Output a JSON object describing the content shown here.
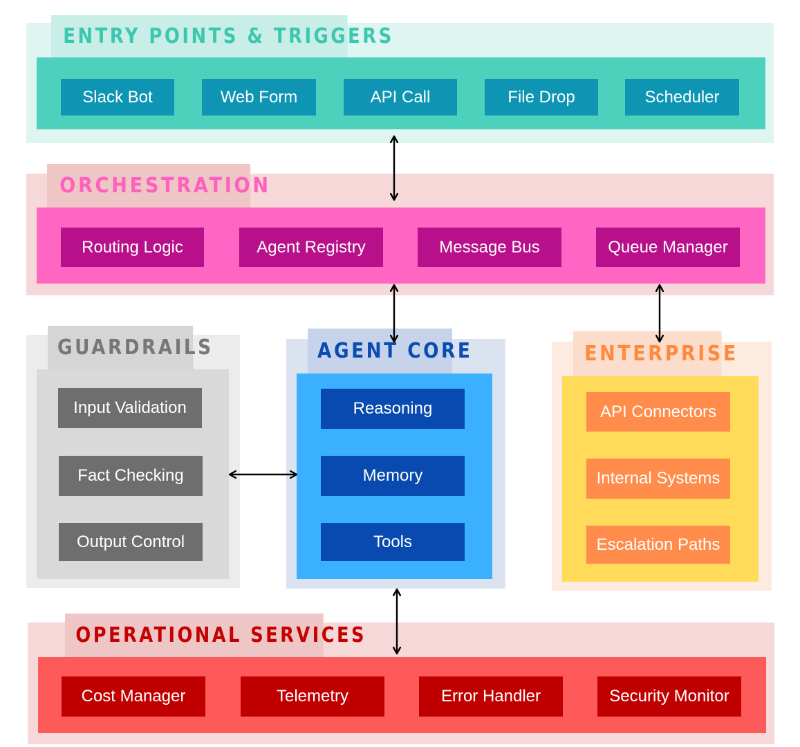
{
  "layers": {
    "entry": {
      "title": "ENTRY POINTS & TRIGGERS",
      "items": [
        "Slack Bot",
        "Web Form",
        "API Call",
        "File Drop",
        "Scheduler"
      ]
    },
    "orchestration": {
      "title": "ORCHESTRATION",
      "items": [
        "Routing Logic",
        "Agent Registry",
        "Message Bus",
        "Queue Manager"
      ]
    },
    "guardrails": {
      "title": "GUARDRAILS",
      "items": [
        "Input Validation",
        "Fact Checking",
        "Output Control"
      ]
    },
    "agent_core": {
      "title": "AGENT CORE",
      "items": [
        "Reasoning",
        "Memory",
        "Tools"
      ]
    },
    "enterprise": {
      "title": "ENTERPRISE",
      "items": [
        "API Connectors",
        "Internal Systems",
        "Escalation Paths"
      ]
    },
    "operational": {
      "title": "OPERATIONAL SERVICES",
      "items": [
        "Cost Manager",
        "Telemetry",
        "Error Handler",
        "Security Monitor"
      ]
    }
  },
  "connections": [
    {
      "from": "entry",
      "to": "orchestration",
      "direction": "bidirectional"
    },
    {
      "from": "orchestration",
      "to": "agent_core",
      "direction": "bidirectional"
    },
    {
      "from": "orchestration",
      "to": "enterprise",
      "direction": "bidirectional"
    },
    {
      "from": "guardrails",
      "to": "agent_core",
      "direction": "bidirectional"
    },
    {
      "from": "agent_core",
      "to": "operational",
      "direction": "bidirectional"
    }
  ],
  "colors": {
    "entry_accent": "#4dd0bc",
    "orchestration_accent": "#ff66c4",
    "guardrails_accent": "#d9d9d9",
    "agent_core_accent": "#3ab0ff",
    "enterprise_accent": "#ffdb59",
    "operational_accent": "#ff5a5a",
    "arrow": "#000000"
  }
}
